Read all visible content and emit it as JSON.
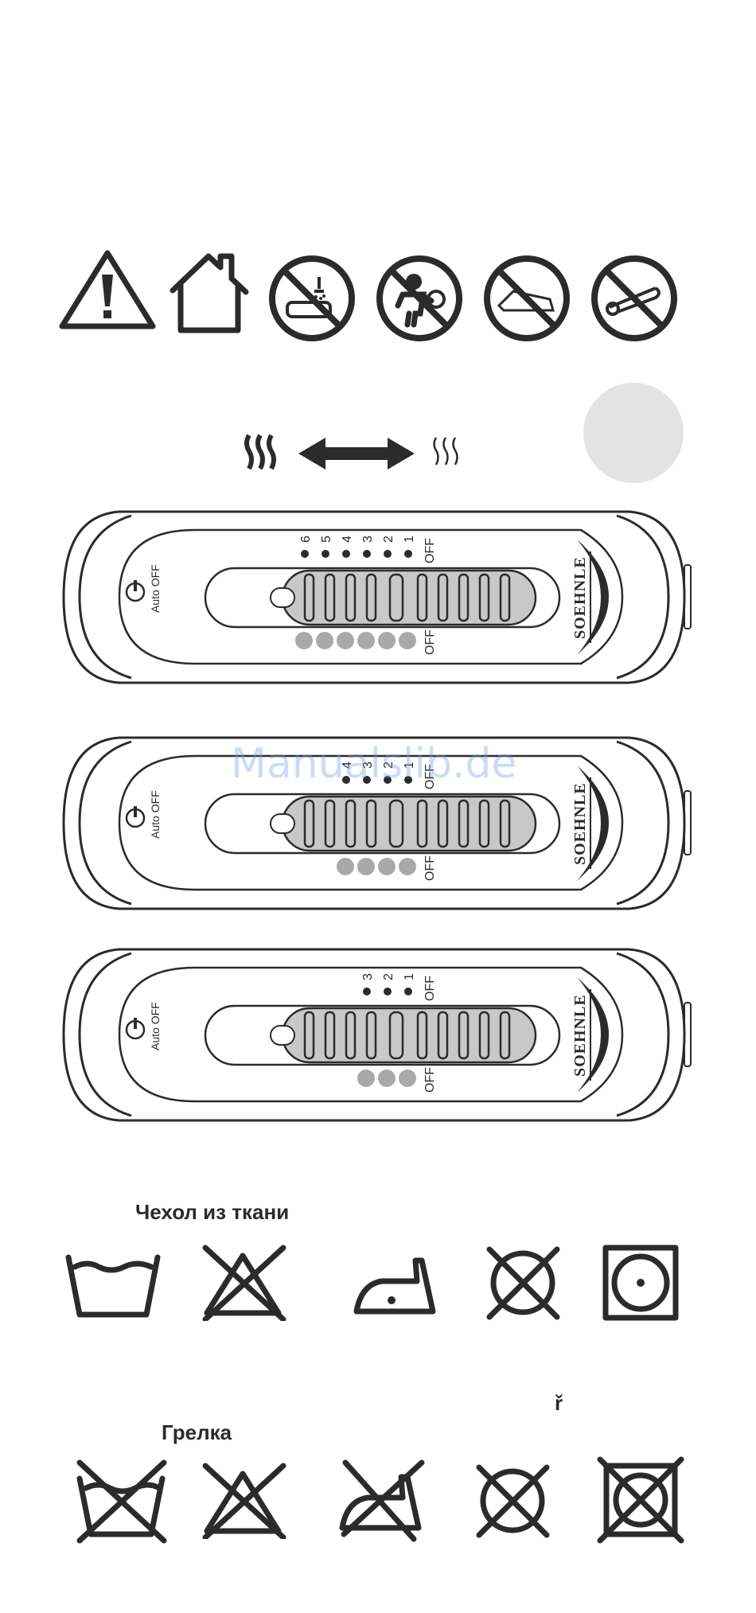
{
  "warning_icons": [
    "warning-triangle-icon",
    "indoor-use-only-icon",
    "no-bathroom-use-icon",
    "not-for-children-icon",
    "do-not-fold-icon",
    "no-pins-icon"
  ],
  "heat_indicator": {
    "strong_icon": "heat-high-icon",
    "weak_icon": "heat-low-icon"
  },
  "controllers": [
    {
      "levels": [
        "6",
        "5",
        "4",
        "3",
        "2",
        "1"
      ],
      "off_label": "OFF",
      "off_label_bottom": "OFF",
      "auto_off_label": "Auto OFF",
      "brand": "SOEHNLE",
      "indicator_count": 6
    },
    {
      "levels": [
        "4",
        "3",
        "2",
        "1"
      ],
      "off_label": "OFF",
      "off_label_bottom": "OFF",
      "auto_off_label": "Auto OFF",
      "brand": "SOEHNLE",
      "indicator_count": 4
    },
    {
      "levels": [
        "3",
        "2",
        "1"
      ],
      "off_label": "OFF",
      "off_label_bottom": "OFF",
      "auto_off_label": "Auto OFF",
      "brand": "SOEHNLE",
      "indicator_count": 3
    }
  ],
  "watermark": "Manualslib.de",
  "cover_section": {
    "label": "Чехол из ткани",
    "icons": [
      "wash-tub-icon",
      "no-bleach-icon",
      "iron-icon",
      "no-dry-clean-icon",
      "tumble-dry-icon"
    ]
  },
  "stray_char": "ř",
  "pad_section": {
    "label": "Грелка",
    "icons": [
      "no-wash-icon",
      "no-bleach-icon",
      "no-iron-icon",
      "no-dry-clean-icon",
      "no-tumble-dry-icon"
    ]
  }
}
